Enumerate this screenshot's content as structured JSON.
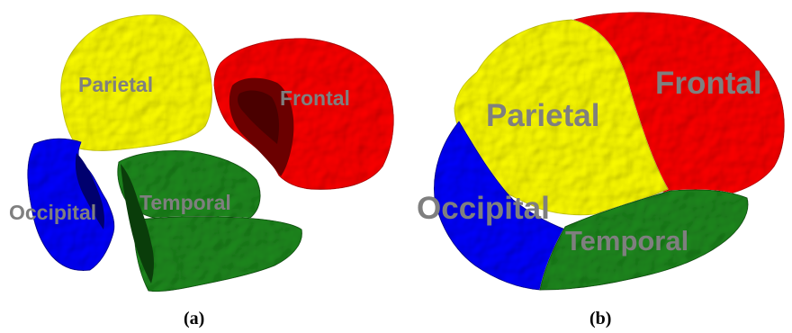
{
  "colors": {
    "parietal": "#ffff00",
    "frontal": "#ff0000",
    "occipital": "#0000ff",
    "temporal": "#1e8a1e",
    "label": "#7f7f7f"
  },
  "panels": [
    {
      "caption": "(a)",
      "labels": {
        "parietal": "Parietal",
        "frontal": "Frontal",
        "occipital": "Occipital",
        "temporal": "Temporal"
      }
    },
    {
      "caption": "(b)",
      "labels": {
        "parietal": "Parietal",
        "frontal": "Frontal",
        "occipital": "Occipital",
        "temporal": "Temporal"
      }
    }
  ]
}
